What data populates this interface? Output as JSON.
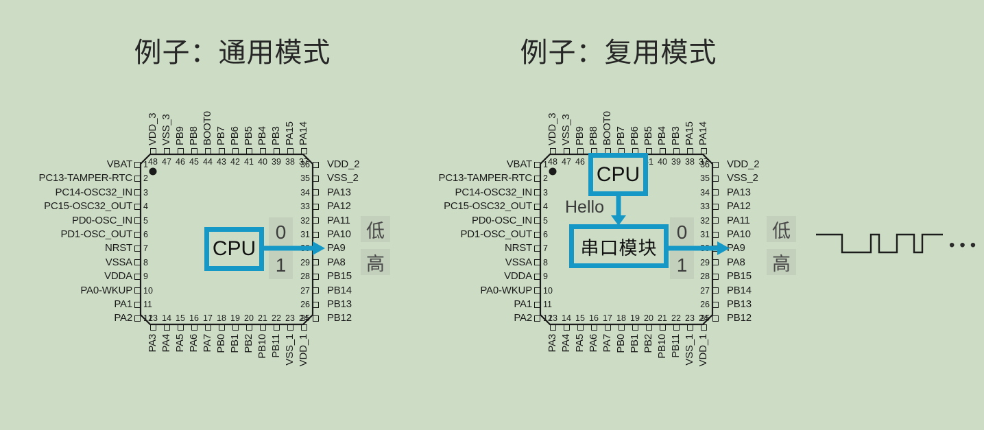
{
  "slide": {
    "left_title": "例子：通用模式",
    "right_title": "例子：复用模式"
  },
  "chip_pins": {
    "top": [
      {
        "num": "48",
        "label": "VDD_3"
      },
      {
        "num": "47",
        "label": "VSS_3"
      },
      {
        "num": "46",
        "label": "PB9"
      },
      {
        "num": "45",
        "label": "PB8"
      },
      {
        "num": "44",
        "label": "BOOT0"
      },
      {
        "num": "43",
        "label": "PB7"
      },
      {
        "num": "42",
        "label": "PB6"
      },
      {
        "num": "41",
        "label": "PB5"
      },
      {
        "num": "40",
        "label": "PB4"
      },
      {
        "num": "39",
        "label": "PB3"
      },
      {
        "num": "38",
        "label": "PA15"
      },
      {
        "num": "37",
        "label": "PA14"
      }
    ],
    "left": [
      {
        "num": "1",
        "label": "VBAT"
      },
      {
        "num": "2",
        "label": "PC13-TAMPER-RTC"
      },
      {
        "num": "3",
        "label": "PC14-OSC32_IN"
      },
      {
        "num": "4",
        "label": "PC15-OSC32_OUT"
      },
      {
        "num": "5",
        "label": "PD0-OSC_IN"
      },
      {
        "num": "6",
        "label": "PD1-OSC_OUT"
      },
      {
        "num": "7",
        "label": "NRST"
      },
      {
        "num": "8",
        "label": "VSSA"
      },
      {
        "num": "9",
        "label": "VDDA"
      },
      {
        "num": "10",
        "label": "PA0-WKUP"
      },
      {
        "num": "11",
        "label": "PA1"
      },
      {
        "num": "12",
        "label": "PA2"
      }
    ],
    "right": [
      {
        "num": "36",
        "label": "VDD_2"
      },
      {
        "num": "35",
        "label": "VSS_2"
      },
      {
        "num": "34",
        "label": "PA13"
      },
      {
        "num": "33",
        "label": "PA12"
      },
      {
        "num": "32",
        "label": "PA11"
      },
      {
        "num": "31",
        "label": "PA10"
      },
      {
        "num": "30",
        "label": "PA9"
      },
      {
        "num": "29",
        "label": "PA8"
      },
      {
        "num": "28",
        "label": "PB15"
      },
      {
        "num": "27",
        "label": "PB14"
      },
      {
        "num": "26",
        "label": "PB13"
      },
      {
        "num": "25",
        "label": "PB12"
      }
    ],
    "bottom": [
      {
        "num": "13",
        "label": "PA3"
      },
      {
        "num": "14",
        "label": "PA4"
      },
      {
        "num": "15",
        "label": "PA5"
      },
      {
        "num": "16",
        "label": "PA6"
      },
      {
        "num": "17",
        "label": "PA7"
      },
      {
        "num": "18",
        "label": "PB0"
      },
      {
        "num": "19",
        "label": "PB1"
      },
      {
        "num": "20",
        "label": "PB2"
      },
      {
        "num": "21",
        "label": "PB10"
      },
      {
        "num": "22",
        "label": "PB11"
      },
      {
        "num": "23",
        "label": "VSS_1"
      },
      {
        "num": "24",
        "label": "VDD_1"
      }
    ]
  },
  "left_diagram": {
    "cpu": "CPU",
    "bit0": "0",
    "bit1": "1",
    "low": "低",
    "high": "高"
  },
  "right_diagram": {
    "cpu": "CPU",
    "module": "串口模块",
    "message": "Hello",
    "bit0": "0",
    "bit1": "1",
    "low": "低",
    "high": "高",
    "ellipsis": "•••"
  },
  "waveform": {
    "segments": [
      {
        "level": "high",
        "width": 38
      },
      {
        "level": "low",
        "width": 42
      },
      {
        "level": "high",
        "width": 12
      },
      {
        "level": "low",
        "width": 26
      },
      {
        "level": "high",
        "width": 25
      },
      {
        "level": "low",
        "width": 12
      },
      {
        "level": "high",
        "width": 30
      }
    ]
  },
  "colors": {
    "background": "#cdddc5",
    "accent": "#1598c5",
    "badge_background": "#c3d1bc",
    "ink": "#1b1b1b",
    "waveform": "#1c1c1c"
  }
}
